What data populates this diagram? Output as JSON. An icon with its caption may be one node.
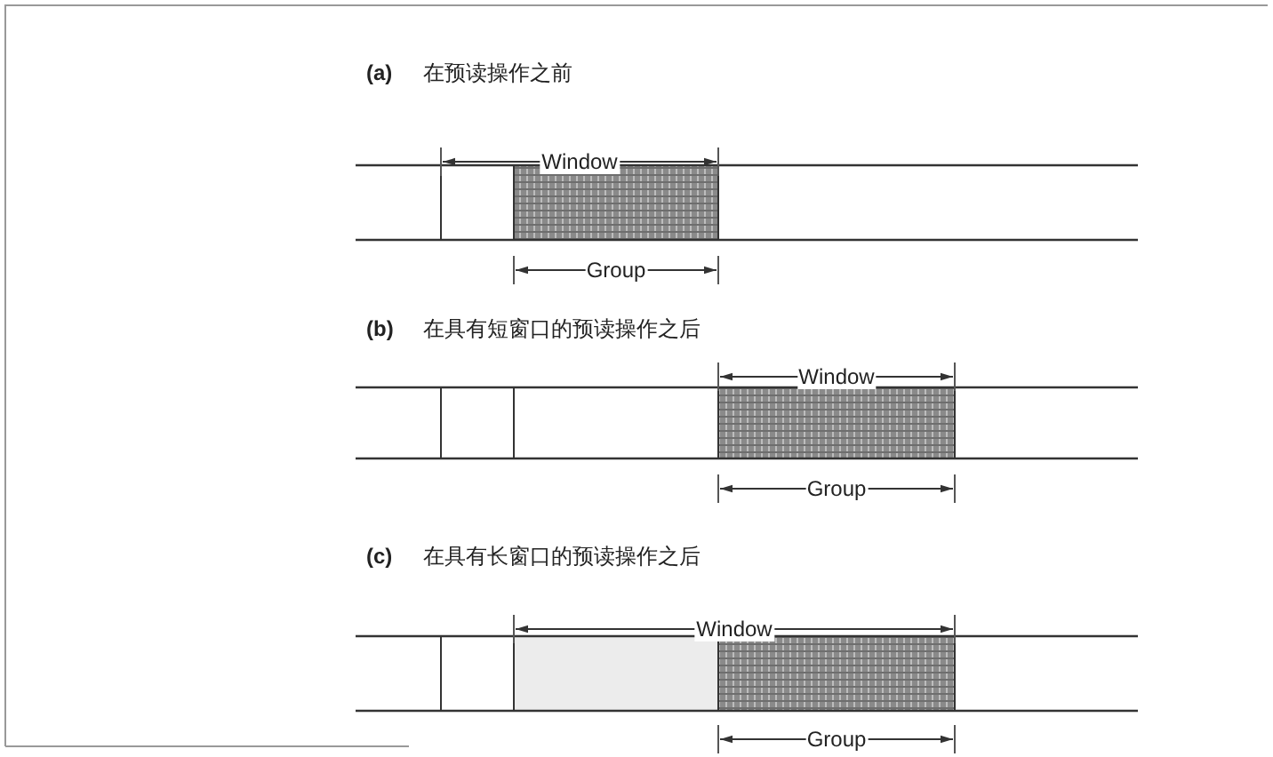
{
  "diagram": {
    "labels": [
      "(a)",
      "在预读操作之前",
      "Window",
      "Group",
      "(b)",
      "在具有短窗口的预读操作之后",
      "Window",
      "Group",
      "(c)",
      "在具有长窗口的预读操作之后",
      "Window",
      "Group"
    ]
  }
}
